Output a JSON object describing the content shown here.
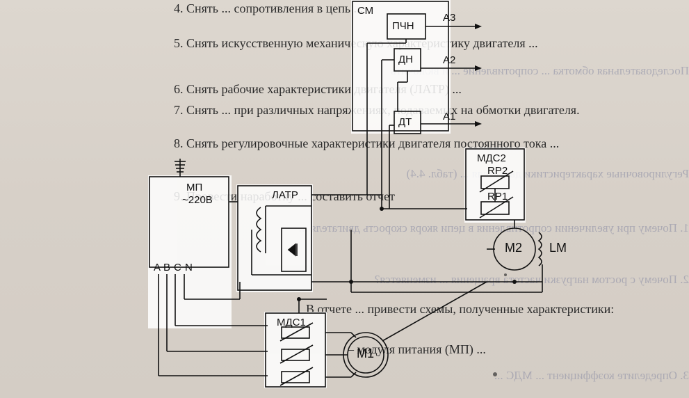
{
  "background_text": {
    "line1": "4. Снять ... сопротивления в цепь ...",
    "line2": "5. Снять искусственную механическую характеристику двигателя ...",
    "line3": "6. Снять рабочие характеристики двигателя (ЛАТР) ...",
    "line4": "7. Снять ... при различных напряжениях, подаваемых на обмотки двигателя.",
    "line5": "8. Снять регулировочные характеристики двигателя постоянного тока ...",
    "line6": "9. Провести наработку ... составить отчет",
    "line7": "В отчете ... привести схемы, полученные характеристики:",
    "line8": "– модуля питания (МП) ...",
    "ghost1": "Последовательная обмотка ... сопротивление ... и включить",
    "ghost2": "Регулировочные характеристики двигателя ... (табл. 4.4)",
    "ghost3": "1. Почему при увеличении сопротивления в цепи якоря скорость двигателя ...",
    "ghost4": "2. Почему с ростом нагрузки частота вращения ... изменяется?",
    "ghost5": "3. Определите коэффициент ... МДС ..."
  },
  "diagram": {
    "blocks": {
      "sm": "СМ",
      "pchn": "ПЧН",
      "dn": "ДН",
      "dt": "ДТ",
      "mp_title": "МП",
      "mp_voltage": "~220В",
      "latr": "ЛАТР",
      "mds2": "МДС2",
      "mds1": "МДС1"
    },
    "components": {
      "rp2": "RP2",
      "rp1": "RP1",
      "m2": "M2",
      "lm": "LM",
      "m1": "M1"
    },
    "outputs": {
      "a3": "A3",
      "a2": "A2",
      "a1": "A1"
    },
    "phases": {
      "a": "A",
      "b": "B",
      "c": "C",
      "n": "N"
    }
  }
}
